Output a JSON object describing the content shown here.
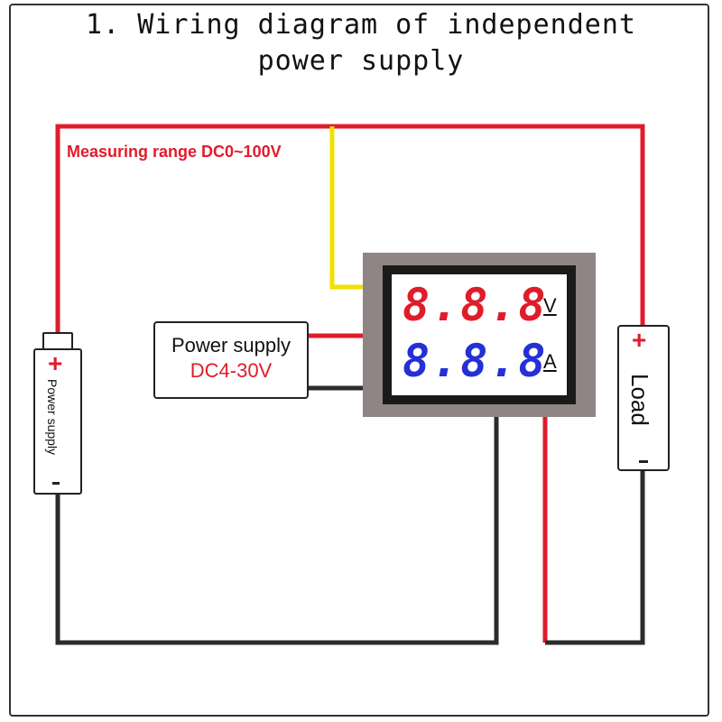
{
  "title": {
    "line1": "1. Wiring diagram of independent",
    "line2": "power supply"
  },
  "measuring_range": "Measuring range DC0~100V",
  "battery": {
    "plus": "+",
    "label": "Power supply"
  },
  "psu": {
    "line1": "Power supply",
    "line2": "DC4-30V"
  },
  "meter": {
    "voltage_digits": "8.8.8",
    "voltage_unit": "V",
    "current_digits": "8.8.8",
    "current_unit": "A"
  },
  "load": {
    "plus": "+",
    "label": "Load",
    "minus": "-"
  },
  "colors": {
    "positive_wire": "#e01c2b",
    "negative_wire": "#2b2b2b",
    "signal_wire": "#f2e000",
    "voltage_display": "#e01c2b",
    "current_display": "#2430d6",
    "meter_bezel": "#8f8584"
  }
}
